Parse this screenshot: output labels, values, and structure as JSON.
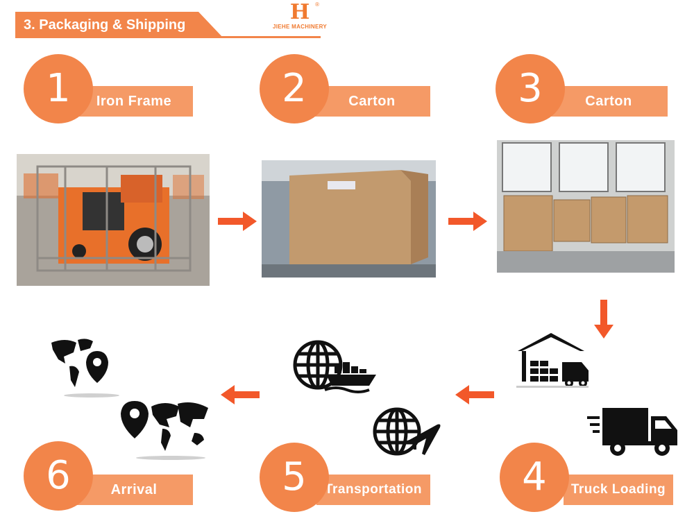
{
  "header": {
    "title": "3. Packaging & Shipping"
  },
  "logo": {
    "mark": "H",
    "text": "JIEHE MACHINERY",
    "reg": "®"
  },
  "steps": [
    {
      "number": "1",
      "label": "Iron Frame"
    },
    {
      "number": "2",
      "label": "Carton"
    },
    {
      "number": "3",
      "label": "Carton"
    },
    {
      "number": "4",
      "label": "Truck Loading"
    },
    {
      "number": "5",
      "label": "Transportation"
    },
    {
      "number": "6",
      "label": "Arrival"
    }
  ],
  "colors": {
    "accent": "#f2854a",
    "accent_light": "#f59a66",
    "arrow": "#f2582a",
    "icon": "#111111"
  },
  "icons": [
    "warehouse-truck-icon",
    "delivery-truck-icon",
    "globe-ship-icon",
    "globe-plane-icon",
    "world-map-pin-icon",
    "pin-world-map-icon"
  ]
}
